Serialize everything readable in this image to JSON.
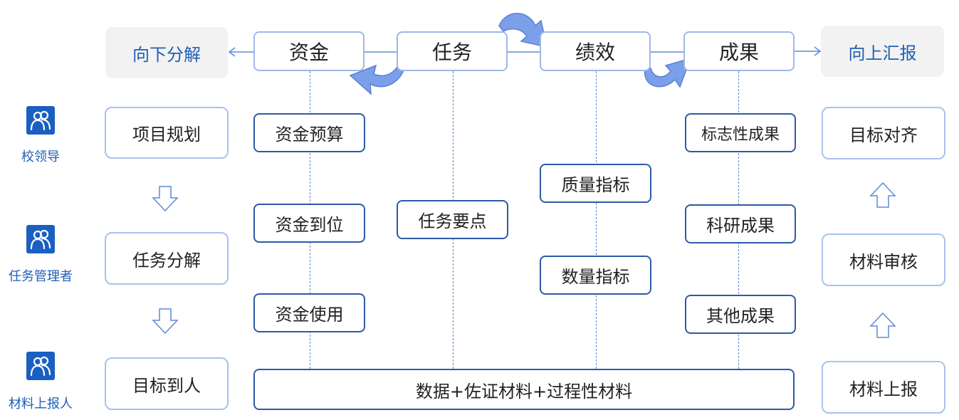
{
  "header": {
    "left": "向下分解",
    "right": "向上汇报",
    "nodes": [
      "资金",
      "任务",
      "绩效",
      "成果"
    ]
  },
  "roles": [
    {
      "label": "校领导",
      "icon": "people-icon"
    },
    {
      "label": "任务管理者",
      "icon": "people-icon"
    },
    {
      "label": "材料上报人",
      "icon": "people-icon"
    }
  ],
  "left_steps": [
    "项目规划",
    "任务分解",
    "目标到人"
  ],
  "funds": [
    "资金预算",
    "资金到位",
    "资金使用"
  ],
  "task_points": "任务要点",
  "performance": [
    "质量指标",
    "数量指标"
  ],
  "results": [
    "标志性成果",
    "科研成果",
    "其他成果"
  ],
  "right_steps": [
    "目标对齐",
    "材料审核",
    "材料上报"
  ],
  "bottom_bar": "数据+佐证材料+过程性材料",
  "colors": {
    "accent": "#1f5fb5",
    "box_border": "#2d5aa6",
    "light_border": "#a8c2ec",
    "curved_arrow": "#7b9fe8"
  }
}
